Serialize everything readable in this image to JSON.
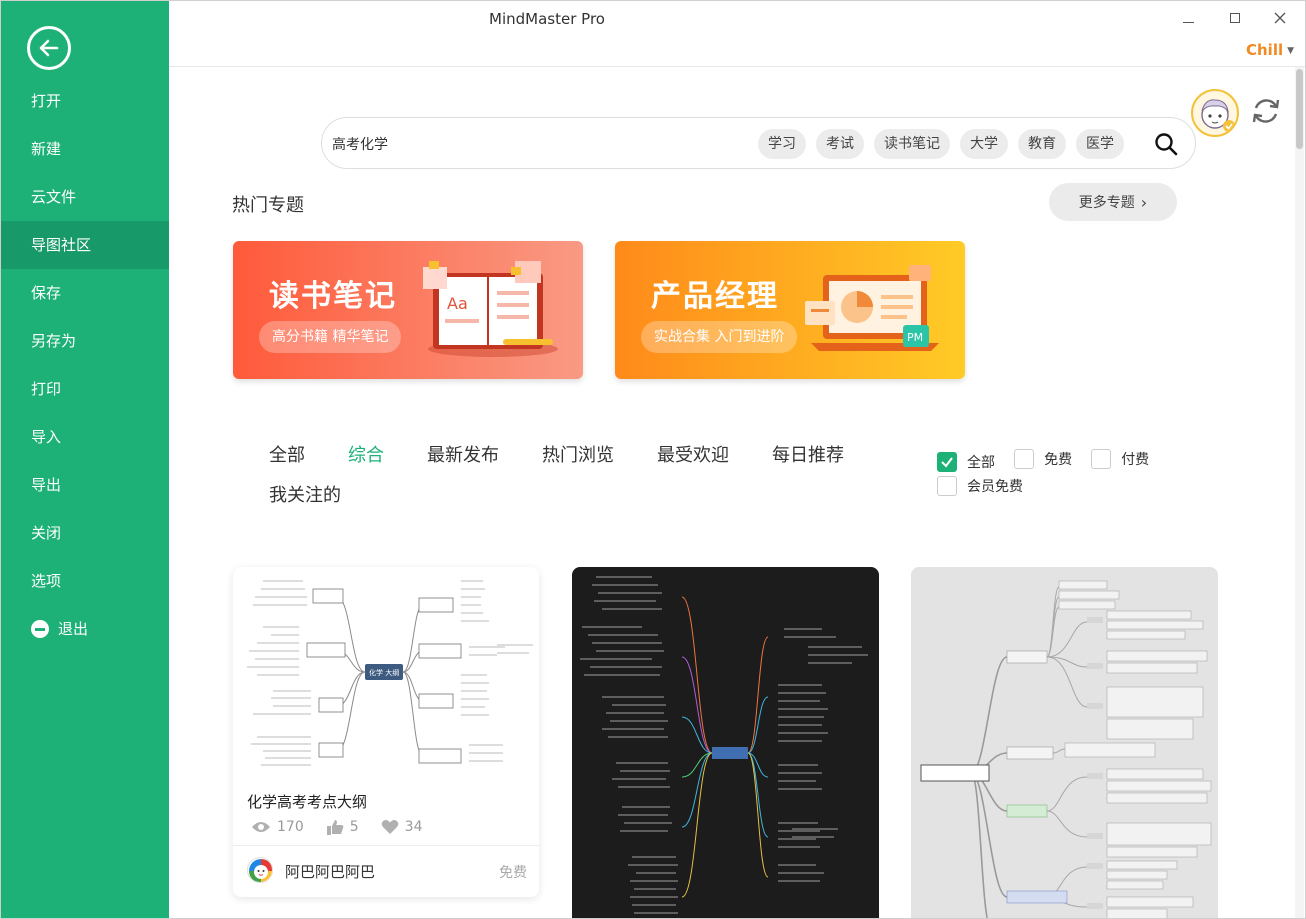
{
  "app": {
    "title": "MindMaster Pro"
  },
  "user": {
    "name": "Chill"
  },
  "sidebar": {
    "items": [
      {
        "label": "打开"
      },
      {
        "label": "新建"
      },
      {
        "label": "云文件"
      },
      {
        "label": "导图社区"
      },
      {
        "label": "保存"
      },
      {
        "label": "另存为"
      },
      {
        "label": "打印"
      },
      {
        "label": "导入"
      },
      {
        "label": "导出"
      },
      {
        "label": "关闭"
      },
      {
        "label": "选项"
      },
      {
        "label": "退出"
      }
    ],
    "active": "导图社区"
  },
  "search": {
    "value": "高考化学",
    "tags": [
      "学习",
      "考试",
      "读书笔记",
      "大学",
      "教育",
      "医学"
    ]
  },
  "topics": {
    "title": "热门专题",
    "more_label": "更多专题",
    "banners": [
      {
        "title": "读书笔记",
        "subtitle": "高分书籍 精华笔记",
        "art_label": "Aa",
        "color": "#ff5a3a"
      },
      {
        "title": "产品经理",
        "subtitle": "实战合集 入门到进阶",
        "art_label": "PM",
        "color": "#ff8a1a"
      }
    ]
  },
  "filters": {
    "tabs": [
      "全部",
      "综合",
      "最新发布",
      "热门浏览",
      "最受欢迎",
      "每日推荐",
      "我关注的"
    ],
    "active_tab": "综合",
    "price": [
      {
        "label": "全部",
        "checked": true
      },
      {
        "label": "免费",
        "checked": false
      },
      {
        "label": "付费",
        "checked": false
      },
      {
        "label": "会员免费",
        "checked": false
      }
    ]
  },
  "cards": [
    {
      "title": "化学高考考点大纲",
      "views": "170",
      "likes": "5",
      "favorites": "34",
      "author": "阿巴阿巴阿巴",
      "price": "免费",
      "preview_center": "化学 大纲"
    }
  ],
  "colors": {
    "brand": "#1db177",
    "brand_dark": "#18996a",
    "user": "#f08a24"
  }
}
